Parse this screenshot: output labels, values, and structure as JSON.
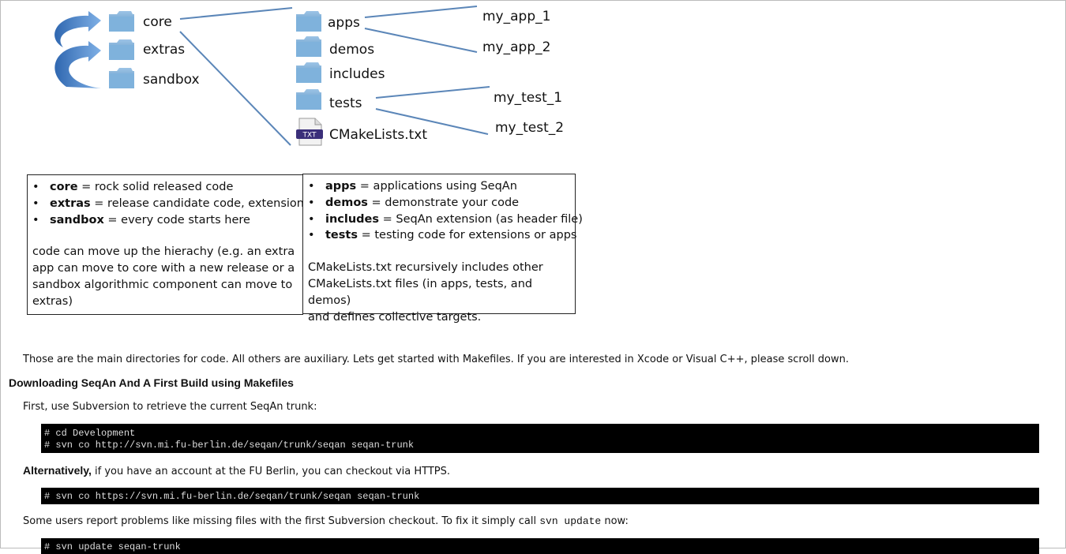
{
  "diagram": {
    "left_dirs": [
      "core",
      "extras",
      "sandbox"
    ],
    "core_dirs": [
      "apps",
      "demos",
      "includes",
      "tests"
    ],
    "core_file": "CMakeLists.txt",
    "file_badge": "TXT",
    "apps_children": [
      "my_app_1",
      "my_app_2"
    ],
    "tests_children": [
      "my_test_1",
      "my_test_2"
    ]
  },
  "left_box": {
    "items": [
      {
        "term": "core",
        "desc": " = rock solid released code"
      },
      {
        "term": "extras",
        "desc": " = release candidate code, extensions"
      },
      {
        "term": "sandbox",
        "desc": " = every code starts here"
      }
    ],
    "note_lines": [
      "code can move up the hierachy (e.g. an extra",
      "app can move to core with a new release or a",
      "sandbox algorithmic component can move to",
      "extras)"
    ]
  },
  "right_box": {
    "items": [
      {
        "term": "apps",
        "desc": " = applications using SeqAn"
      },
      {
        "term": "demos",
        "desc": " = demonstrate your code"
      },
      {
        "term": "includes",
        "desc": " = SeqAn extension (as header file)"
      },
      {
        "term": "tests",
        "desc": " = testing code for extensions or apps"
      }
    ],
    "note_lines": [
      "CMakeLists.txt recursively includes other",
      "CMakeLists.txt files (in apps, tests, and demos)",
      "and defines collective targets."
    ]
  },
  "intro": "Those are the main directories for code. All others are auxiliary. Lets get started with Makefiles. If you are interested in Xcode or Visual C++, please scroll down.",
  "heading": "Downloading SeqAn And A First Build using Makefiles",
  "first_para": "First, use Subversion to retrieve the current SeqAn trunk:",
  "code1": [
    "# cd Development",
    "# svn co http://svn.mi.fu-berlin.de/seqan/trunk/seqan seqan-trunk"
  ],
  "alt_strong": "Alternatively,",
  "alt_rest": " if you have an account at the FU Berlin, you can checkout via HTTPS.",
  "code2": [
    "# svn co https://svn.mi.fu-berlin.de/seqan/trunk/seqan seqan-trunk"
  ],
  "problem_pre": "Some users report problems like missing files with the first Subversion checkout. To fix it simply call ",
  "problem_code": "svn update",
  "problem_post": " now:",
  "code3": [
    "# svn update seqan-trunk"
  ],
  "colors": {
    "folder": "#6fa3cf",
    "arrow": "#4a7fbf",
    "line": "#5b86b8",
    "badge": "#3b2f7a"
  }
}
